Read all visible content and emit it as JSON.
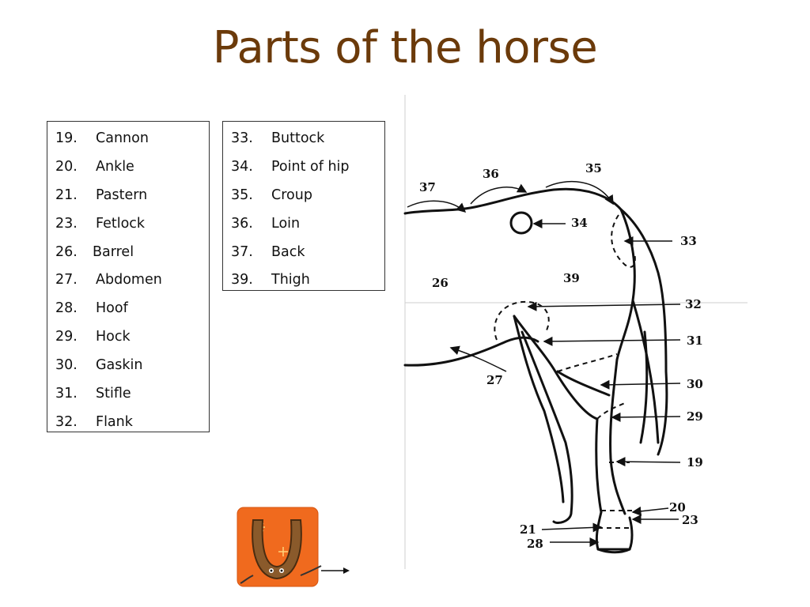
{
  "title": "Parts of the horse",
  "list_left": [
    {
      "num": "19.",
      "name": "Cannon"
    },
    {
      "num": "20.",
      "name": "Ankle"
    },
    {
      "num": "21.",
      "name": "Pastern"
    },
    {
      "num": "23.",
      "name": "Fetlock"
    },
    {
      "num": "26.",
      "name": "Barrel"
    },
    {
      "num": "27.",
      "name": "Abdomen"
    },
    {
      "num": "28.",
      "name": "Hoof"
    },
    {
      "num": "29.",
      "name": "Hock"
    },
    {
      "num": "30.",
      "name": "Gaskin"
    },
    {
      "num": "31.",
      "name": "Stifle"
    },
    {
      "num": "32.",
      "name": "Flank"
    }
  ],
  "list_right": [
    {
      "num": "33.",
      "name": "Buttock"
    },
    {
      "num": "34.",
      "name": "Point of hip"
    },
    {
      "num": "35.",
      "name": "Croup"
    },
    {
      "num": "36.",
      "name": "Loin"
    },
    {
      "num": "37.",
      "name": "Back"
    },
    {
      "num": "39.",
      "name": "Thigh"
    }
  ],
  "diagram_labels": {
    "l37": "37",
    "l36": "36",
    "l35": "35",
    "l34": "34",
    "l33": "33",
    "l26": "26",
    "l39": "39",
    "l32": "32",
    "l31": "31",
    "l27": "27",
    "l30": "30",
    "l29": "29",
    "l19": "19",
    "l20": "20",
    "l23": "23",
    "l21": "21",
    "l28": "28"
  },
  "colors": {
    "title": "#6b3a0a",
    "mascot_bg": "#f06a1e",
    "horseshoe": "#8a5a2b"
  }
}
